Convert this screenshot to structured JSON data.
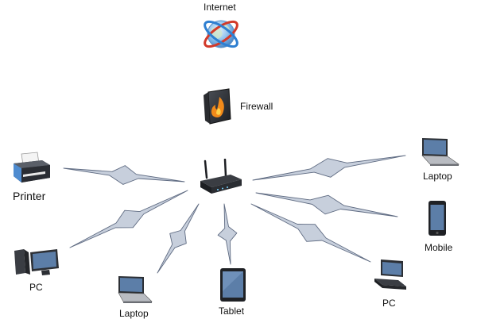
{
  "nodes": {
    "internet": {
      "label": "Internet"
    },
    "firewall": {
      "label": "Firewall"
    },
    "router": {
      "label": ""
    },
    "printer": {
      "label": "Printer"
    },
    "pc_left": {
      "label": "PC"
    },
    "laptop_bottom": {
      "label": "Laptop"
    },
    "tablet": {
      "label": "Tablet"
    },
    "pc_right": {
      "label": "PC"
    },
    "mobile": {
      "label": "Mobile"
    },
    "laptop_right": {
      "label": "Laptop"
    }
  },
  "links": [
    {
      "from": "router",
      "to": "printer",
      "type": "wireless"
    },
    {
      "from": "router",
      "to": "pc_left",
      "type": "wireless"
    },
    {
      "from": "router",
      "to": "laptop_bottom",
      "type": "wireless"
    },
    {
      "from": "router",
      "to": "tablet",
      "type": "wireless"
    },
    {
      "from": "router",
      "to": "pc_right",
      "type": "wireless"
    },
    {
      "from": "router",
      "to": "mobile",
      "type": "wireless"
    },
    {
      "from": "router",
      "to": "laptop_right",
      "type": "wireless"
    }
  ],
  "colors": {
    "bolt_fill": "#c7cfdc",
    "bolt_stroke": "#5f6b82",
    "device_dark": "#2e3136",
    "screen_blue": "#5c7ea8",
    "globe_blue": "#4a8fd0",
    "globe_red": "#d23a2a",
    "flame": "#f28a1a"
  }
}
